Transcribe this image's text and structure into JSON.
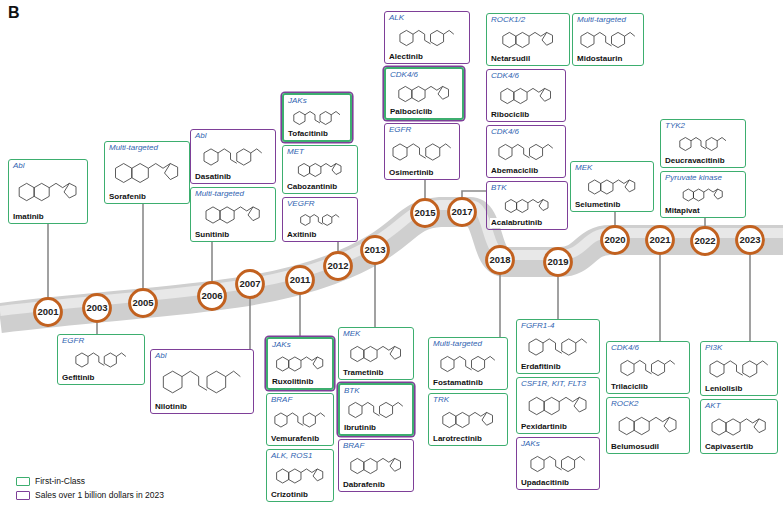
{
  "diagram": {
    "nodes": [
      {
        "text": [
          "Abl",
          "Imatinib"
        ]
      },
      {
        "text": [
          "2001"
        ]
      },
      {
        "text": [
          "2003"
        ]
      },
      {
        "text": [
          "EGFR",
          "Gefitinib"
        ]
      },
      {
        "text": [
          "Multi-targeted",
          "Sorafenib"
        ]
      },
      {
        "text": [
          "2005"
        ]
      },
      {
        "text": [
          "Abl",
          "Dasatinib"
        ]
      },
      {
        "text": [
          "Multi-targeted",
          "Sunitinib"
        ]
      },
      {
        "text": [
          "2006"
        ]
      },
      {
        "text": [
          "2007"
        ]
      },
      {
        "text": [
          "Abl",
          "Nilotinib"
        ]
      },
      {
        "text": [
          "2011"
        ]
      },
      {
        "text": [
          "JAKs",
          "Ruxolitinib"
        ]
      },
      {
        "text": [
          "BRAF",
          "Vemurafenib"
        ]
      },
      {
        "text": [
          "ALK, ROS1",
          "Crizotinib"
        ]
      },
      {
        "text": [
          "JAKs",
          "Tofacitinib"
        ]
      },
      {
        "text": [
          "MET",
          "Cabozantinib"
        ]
      },
      {
        "text": [
          "VEGFR",
          "Axitinib"
        ]
      },
      {
        "text": [
          "2012"
        ]
      },
      {
        "text": [
          "2013"
        ]
      },
      {
        "text": [
          "MEK",
          "Trametinib"
        ]
      },
      {
        "text": [
          "BTK",
          "Ibrutinib"
        ]
      },
      {
        "text": [
          "BRAF",
          "Dabrafenib"
        ]
      },
      {
        "text": [
          "ALK",
          "Alectinib"
        ]
      },
      {
        "text": [
          "CDK4/6",
          "Palbociclib"
        ]
      },
      {
        "text": [
          "EGFR",
          "Osimertinib"
        ]
      },
      {
        "text": [
          "2015"
        ]
      },
      {
        "text": [
          "ROCK1/2",
          "Netarsudil"
        ]
      },
      {
        "text": [
          "Multi-targeted",
          "Midostaurin"
        ]
      },
      {
        "text": [
          "CDK4/6",
          "Ribociclib"
        ]
      },
      {
        "text": [
          "CDK4/6",
          "Abemaciclib"
        ]
      },
      {
        "text": [
          "BTK",
          "Acalabrutinib"
        ]
      },
      {
        "text": [
          "2017"
        ]
      },
      {
        "text": [
          "2018"
        ]
      },
      {
        "text": [
          "Multi-targeted",
          "Fostamatinib"
        ]
      },
      {
        "text": [
          "TRK",
          "Larotrectinib"
        ]
      },
      {
        "text": [
          "2019"
        ]
      },
      {
        "text": [
          "FGFR1-4",
          "Erdafitinib"
        ]
      },
      {
        "text": [
          "CSF1R, KIT, FLT3",
          "Pexidartinib"
        ]
      },
      {
        "text": [
          "JAKs",
          "Upadacitinib"
        ]
      },
      {
        "text": [
          "MEK",
          "Selumetinib"
        ]
      },
      {
        "text": [
          "2020"
        ]
      },
      {
        "text": [
          "2021"
        ]
      },
      {
        "text": [
          "CDK4/6",
          "Trilaciclib"
        ]
      },
      {
        "text": [
          "ROCK2",
          "Belumosudil"
        ]
      },
      {
        "text": [
          "TYK2",
          "Deucravacitinib"
        ]
      },
      {
        "text": [
          "Pyruvate kinase",
          "Mitapivat"
        ]
      },
      {
        "text": [
          "2022"
        ]
      },
      {
        "text": [
          "2023"
        ]
      },
      {
        "text": [
          "PI3K",
          "Leniolisib"
        ]
      },
      {
        "text": [
          "AKT",
          "Capivasertib"
        ]
      }
    ],
    "edges": [
      {
        "from": 1,
        "to": 0,
        "arrow": "none"
      },
      {
        "from": 2,
        "to": 3,
        "arrow": "none"
      },
      {
        "from": 5,
        "to": 4,
        "arrow": "none"
      },
      {
        "from": 8,
        "to": 7,
        "arrow": "none"
      },
      {
        "from": 9,
        "to": 10,
        "arrow": "none"
      },
      {
        "from": 11,
        "to": 12,
        "arrow": "none"
      },
      {
        "from": 18,
        "to": 17,
        "arrow": "none"
      },
      {
        "from": 19,
        "to": 20,
        "arrow": "none"
      },
      {
        "from": 26,
        "to": 25,
        "arrow": "none"
      },
      {
        "from": 32,
        "to": 31,
        "arrow": "none"
      },
      {
        "from": 33,
        "to": 34,
        "arrow": "none"
      },
      {
        "from": 36,
        "to": 37,
        "arrow": "none"
      },
      {
        "from": 41,
        "to": 40,
        "arrow": "none"
      },
      {
        "from": 42,
        "to": 43,
        "arrow": "none"
      },
      {
        "from": 47,
        "to": 46,
        "arrow": "none"
      },
      {
        "from": 48,
        "to": 49,
        "arrow": "none"
      }
    ],
    "labels": [
      "B"
    ],
    "legend": [
      {
        "text": "First-in-Class",
        "color": "#3dae6f"
      },
      {
        "text": "Sales over 1 billion dollars in 2023",
        "color": "#7e3f98"
      }
    ]
  }
}
